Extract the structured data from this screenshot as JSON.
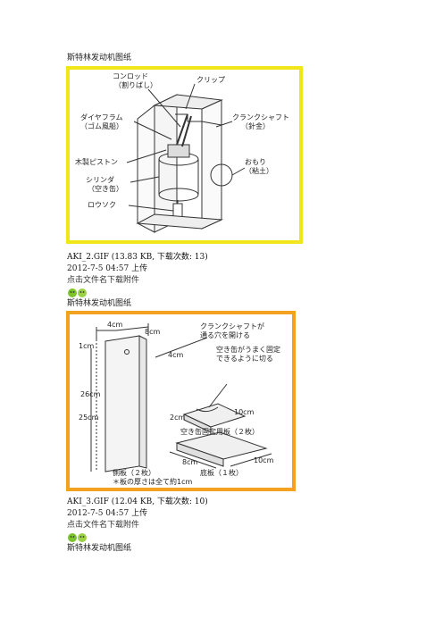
{
  "blocks": [
    {
      "title": "斯特林发动机图纸",
      "frame_color": "#f1e51b",
      "figure1": {
        "labels": {
          "conrod": "コンロッド",
          "conrod_sub": "（割りばし）",
          "clip": "クリップ",
          "diaphragm": "ダイヤフラム",
          "diaphragm_sub": "（ゴム風船）",
          "crankshaft": "クランクシャフト",
          "crankshaft_sub": "（針金）",
          "piston": "木製ピストン",
          "weight": "おもり",
          "weight_sub": "（粘土）",
          "cylinder": "シリンダ",
          "cylinder_sub": "（空き缶）",
          "candle": "ロウソク"
        }
      },
      "file_name": "AKI_2.GIF",
      "file_meta": " (13.83 KB, 下载次数: 13)",
      "uploaded": "2012-7-5 04:57  上传",
      "download_hint": "点击文件名下载附件"
    },
    {
      "title": "斯特林发动机图纸",
      "frame_color": "#f4a020",
      "figure2": {
        "labels": {
          "d4cm_top": "4cm",
          "d8cm_top": "8cm",
          "d4cm_right": "4cm",
          "hole": "クランクシャフトが",
          "hole2": "通る穴を開ける",
          "cut": "空き缶がうまく固定",
          "cut2": "できるように切る",
          "d1cm": "1cm",
          "d26cm": "26cm",
          "d25cm": "25cm",
          "d2cm": "2cm",
          "d10cm_a": "10cm",
          "fixboard": "空き缶固定用板（２枚）",
          "d8cm_b": "8cm",
          "d10cm_b": "10cm",
          "side": "側板（２枚）",
          "bottom": "底板（１枚）",
          "note": "＊板の厚さは全て約1cm"
        }
      },
      "file_name": "AKI_3.GIF",
      "file_meta": " (12.04 KB, 下载次数: 10)",
      "uploaded": "2012-7-5 04:57  上传",
      "download_hint": "点击文件名下载附件"
    },
    {
      "title": "斯特林发动机图纸"
    }
  ]
}
